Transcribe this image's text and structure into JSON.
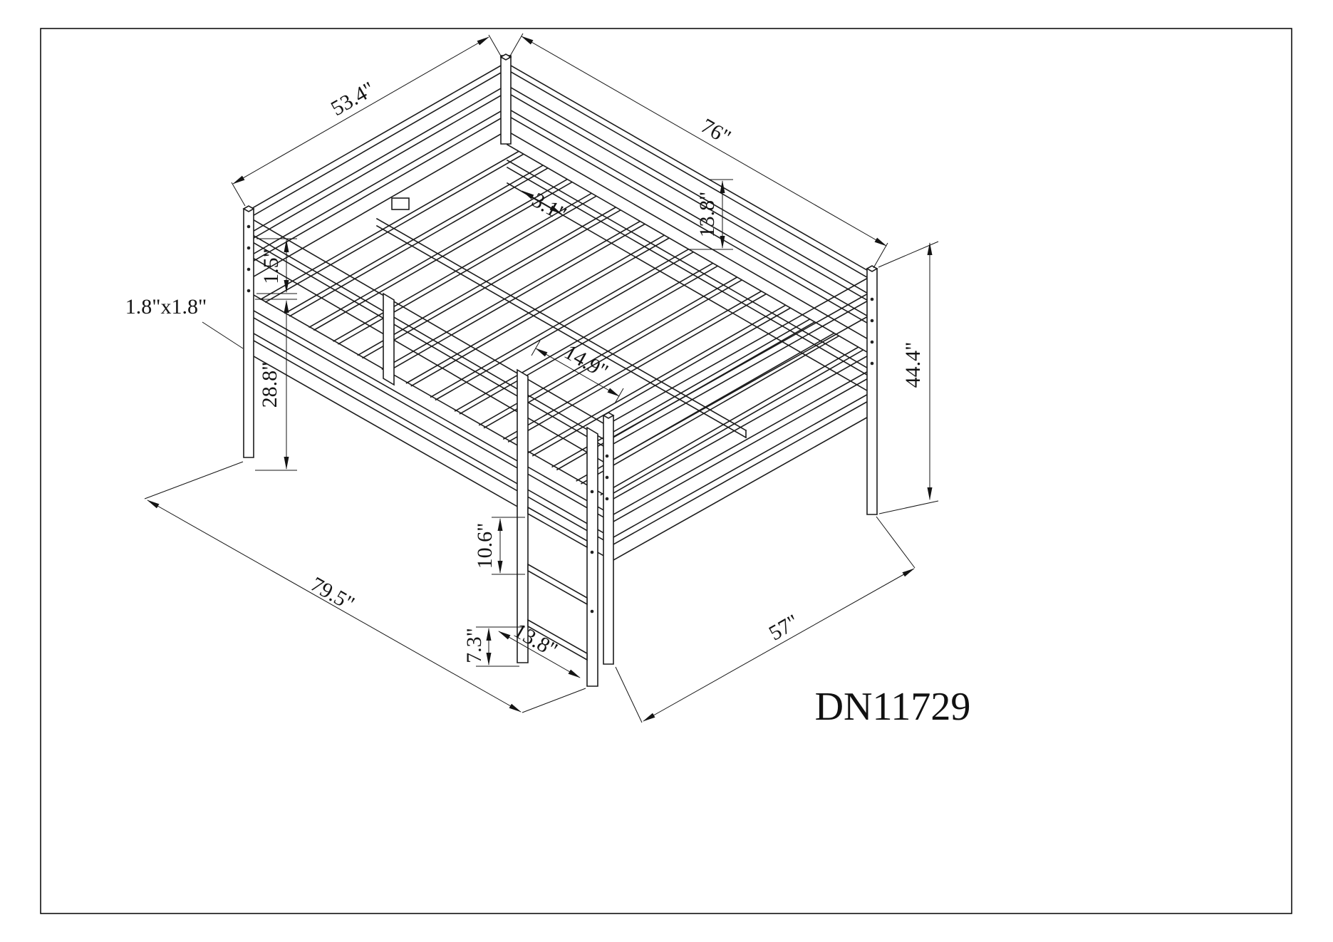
{
  "drawing": {
    "model_number": "DN11729",
    "dimensions": {
      "top_width": "53.4\"",
      "top_length": "76\"",
      "post_section": "1.8\"x1.8\"",
      "underbed_height": "28.8\"",
      "left_rail_spacing": "1.5\"",
      "slat_spacing": "3.1\"",
      "guard_rail_height": "13.8\"",
      "overall_height": "44.4\"",
      "rail_spacing": "14.9\"",
      "rung_spacing": "10.6\"",
      "rung_bottom_height": "7.3\"",
      "ladder_depth": "13.8\"",
      "overall_length": "79.5\"",
      "overall_width": "57\""
    }
  }
}
